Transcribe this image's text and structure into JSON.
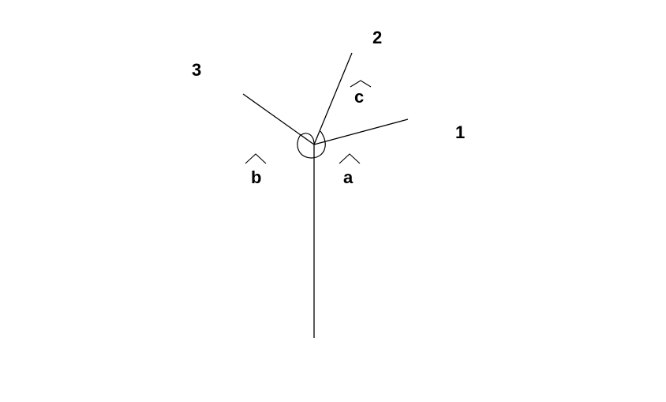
{
  "diagram": {
    "rays": [
      {
        "id": "1",
        "label": "1"
      },
      {
        "id": "2",
        "label": "2"
      },
      {
        "id": "3",
        "label": "3"
      }
    ],
    "angles": [
      {
        "id": "a",
        "label": "a",
        "between": [
          "1",
          "down"
        ]
      },
      {
        "id": "b",
        "label": "b",
        "between": [
          "3",
          "down"
        ]
      },
      {
        "id": "c",
        "label": "c",
        "between": [
          "1",
          "2"
        ]
      }
    ],
    "stroke_color": "#000000",
    "background_color": "#ffffff"
  }
}
